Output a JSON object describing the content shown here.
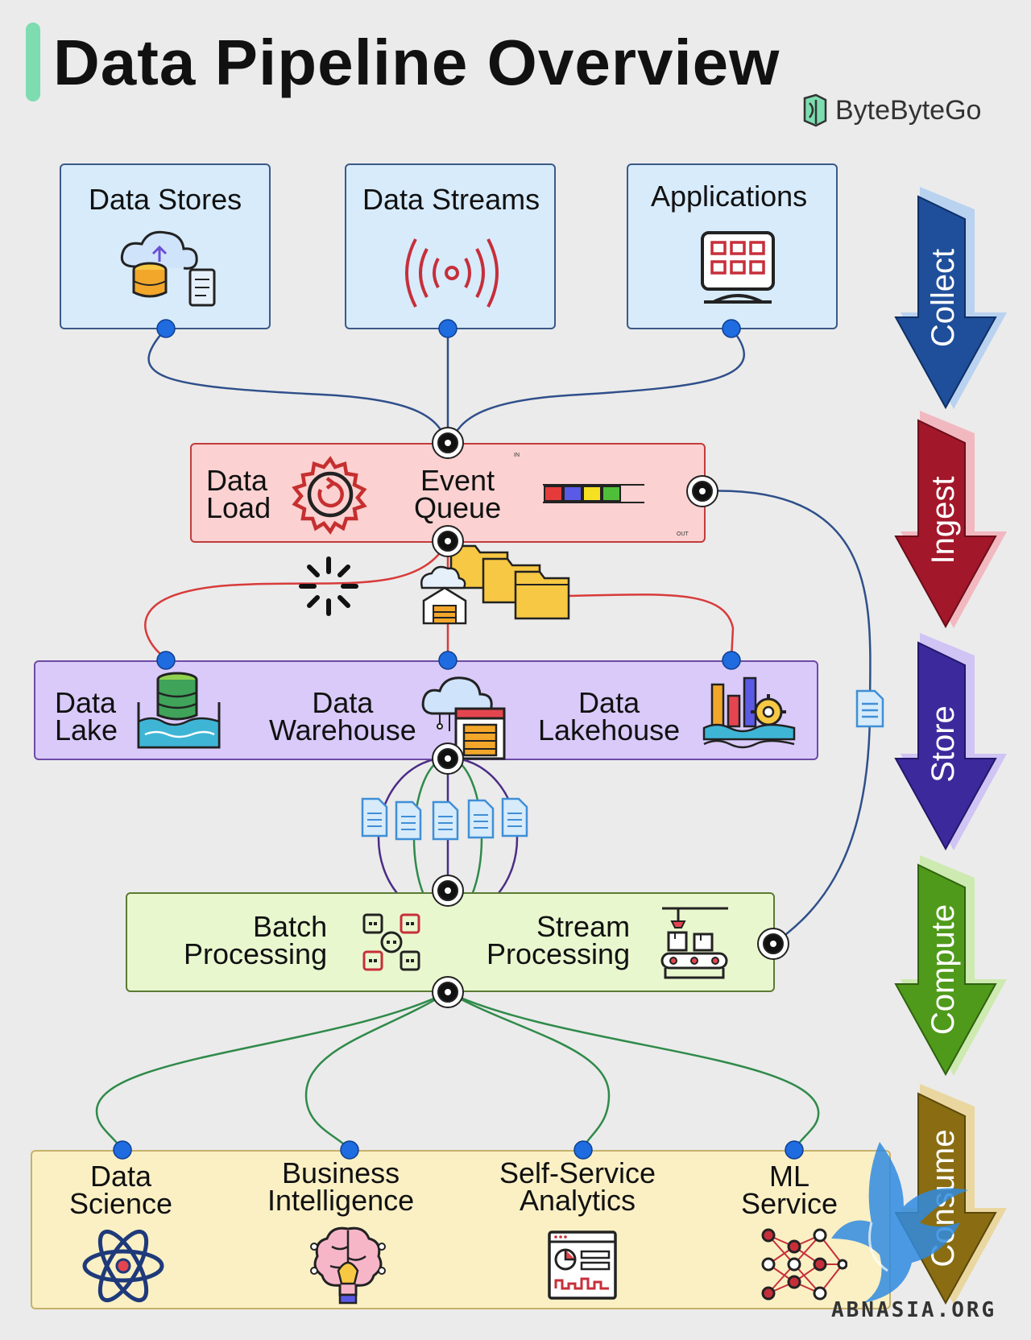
{
  "header": {
    "title": "Data Pipeline Overview",
    "brand": "ByteByteGo",
    "watermark": "ABNASIA.ORG"
  },
  "sources": {
    "data_stores": "Data Stores",
    "data_streams": "Data Streams",
    "applications": "Applications"
  },
  "ingest": {
    "data_load": "Data\nLoad",
    "event_queue": "Event\nQueue",
    "queue_in": "IN",
    "queue_out": "OUT"
  },
  "store": {
    "data_lake": "Data\nLake",
    "data_warehouse": "Data\nWarehouse",
    "data_lakehouse": "Data\nLakehouse"
  },
  "compute": {
    "batch": "Batch\nProcessing",
    "stream": "Stream\nProcessing"
  },
  "consume": {
    "data_science": "Data\nScience",
    "bi": "Business\nIntelligence",
    "self_service": "Self-Service\nAnalytics",
    "ml": "ML\nService"
  },
  "stages": {
    "collect": "Collect",
    "ingest": "Ingest",
    "store": "Store",
    "compute": "Compute",
    "consume": "Consume"
  },
  "colors": {
    "collect": "#1f4e9a",
    "ingest": "#a3172a",
    "store": "#3c2a9c",
    "compute": "#4f9a1a",
    "consume": "#8a6d12",
    "link_blue": "#2f4f8a",
    "link_red": "#d83b3b",
    "link_green": "#2f8a4a",
    "link_purple": "#4b2c85"
  }
}
